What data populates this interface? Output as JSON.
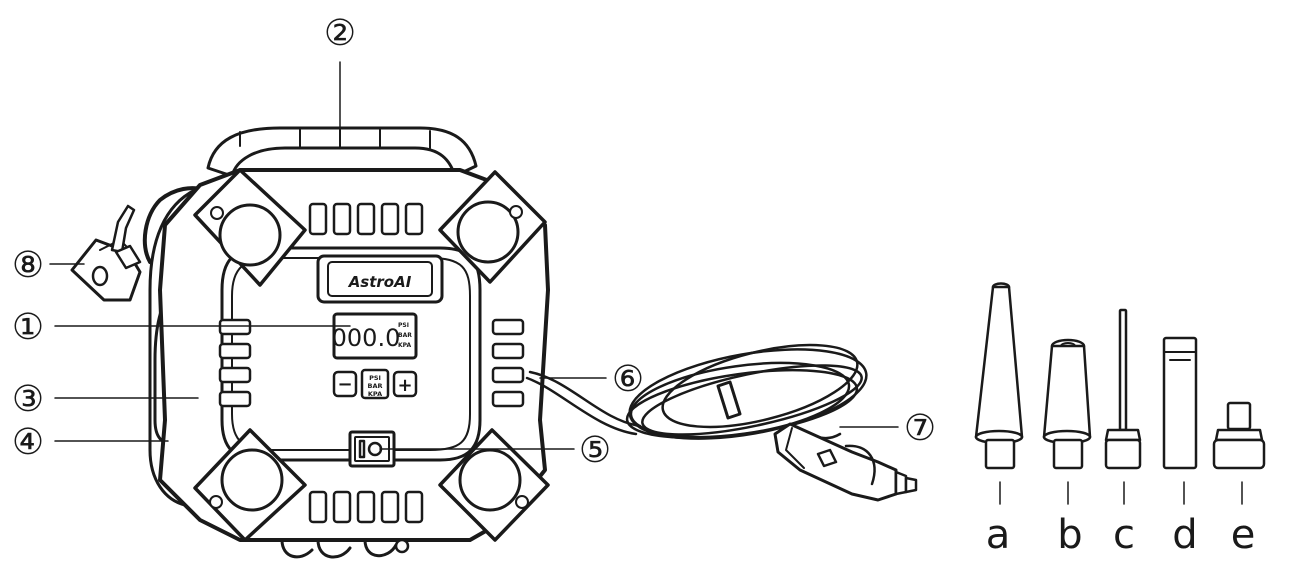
{
  "callouts": [
    {
      "id": "1",
      "label": "①"
    },
    {
      "id": "2",
      "label": "②"
    },
    {
      "id": "3",
      "label": "③"
    },
    {
      "id": "4",
      "label": "④"
    },
    {
      "id": "5",
      "label": "⑤"
    },
    {
      "id": "6",
      "label": "⑥"
    },
    {
      "id": "7",
      "label": "⑦"
    },
    {
      "id": "8",
      "label": "⑧"
    }
  ],
  "device": {
    "brand": "AstroAI",
    "display_reading": "000.0",
    "units": [
      "PSI",
      "BAR",
      "KPA"
    ],
    "unit_button": [
      "PSI",
      "BAR",
      "KPA"
    ],
    "minus_symbol": "−",
    "plus_symbol": "+"
  },
  "accessories": [
    {
      "letter": "a"
    },
    {
      "letter": "b"
    },
    {
      "letter": "c"
    },
    {
      "letter": "d"
    },
    {
      "letter": "e"
    }
  ]
}
